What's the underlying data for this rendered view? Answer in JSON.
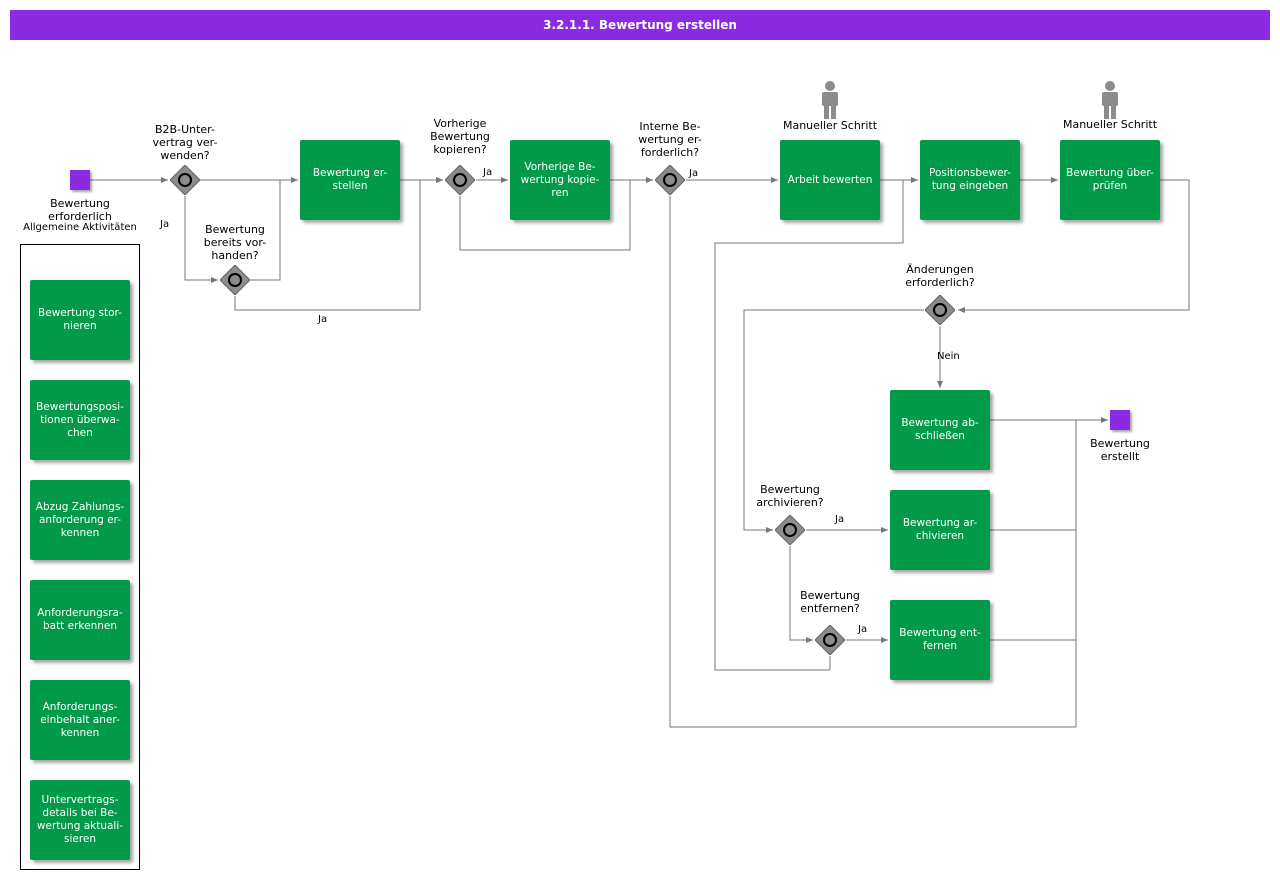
{
  "header": {
    "title": "3.2.1.1. Bewertung erstellen"
  },
  "events": {
    "start": "Bewertung erforderlich",
    "end": "Bewertung erstellt"
  },
  "group": {
    "label": "Allgemeine Aktivitäten"
  },
  "gateways": {
    "b2b": "B2B-Unter-vertrag ver-wenden?",
    "bereits": "Bewertung bereits vor-handen?",
    "kopieren": "Vorherige Bewertung kopieren?",
    "intern": "Interne Be-wertung er-forderlich?",
    "aenderungen": "Änderungen erforderlich?",
    "archivieren": "Bewertung archivieren?",
    "entfernen": "Bewertung entfernen?"
  },
  "manual_step": "Manueller Schritt",
  "edge_labels": {
    "ja": "Ja",
    "nein": "Nein"
  },
  "tasks": {
    "erstellen": "Bewertung er-stellen",
    "kopieren": "Vorherige Be-wertung kopie-ren",
    "arbeit": "Arbeit bewerten",
    "position": "Positionsbewer-tung eingeben",
    "pruefen": "Bewertung über-prüfen",
    "abschliessen": "Bewertung ab-schließen",
    "archivieren": "Bewertung ar-chivieren",
    "entfernen": "Bewertung ent-fernen"
  },
  "group_tasks": [
    "Bewertung stor-nieren",
    "Bewertungsposi-tionen überwa-chen",
    "Abzug Zahlungs-anforderung er-kennen",
    "Anforderungsra-batt erkennen",
    "Anforderungs-einbehalt aner-kennen",
    "Untervertrags-details bei Be-wertung aktuali-sieren"
  ],
  "colors": {
    "title_bar": "#8a2be2",
    "task": "#009a48",
    "event": "#8a2be2",
    "gateway": "#8c8c8c",
    "line": "#777777"
  }
}
